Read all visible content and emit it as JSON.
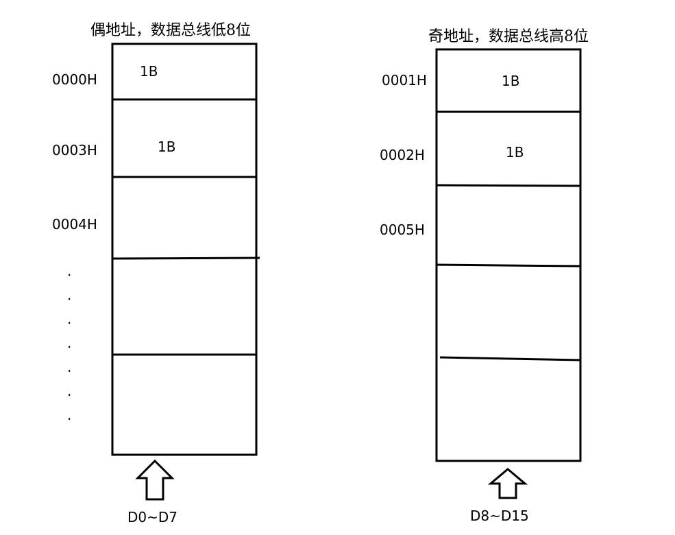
{
  "left_bank": {
    "title": "偶地址，数据总线低8位",
    "addresses": [
      "0000H",
      "0003H",
      "0004H"
    ],
    "cells": [
      "1B",
      "1B"
    ],
    "bus": "D0~D7"
  },
  "right_bank": {
    "title": "奇地址，数据总线高8位",
    "addresses": [
      "0001H",
      "0002H",
      "0005H"
    ],
    "cells": [
      "1B",
      "1B"
    ],
    "bus": "D8~D15"
  },
  "ellipsis_dot": "."
}
